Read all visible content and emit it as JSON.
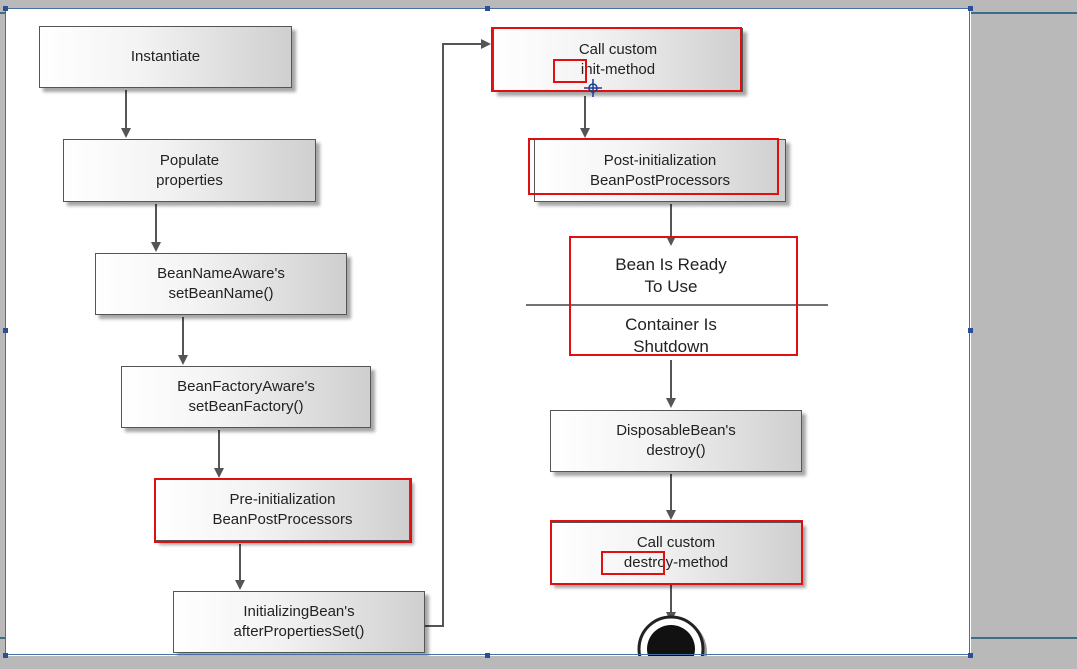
{
  "diagram": {
    "nodes": {
      "instantiate": "Instantiate",
      "populate": "Populate\nproperties",
      "bean_name_aware": "BeanNameAware's\nsetBeanName()",
      "bean_factory_aware": "BeanFactoryAware's\nsetBeanFactory()",
      "pre_init": "Pre-initialization\nBeanPostProcessors",
      "initializing_bean": "InitializingBean's\nafterPropertiesSet()",
      "init_method": "Call custom\ninit-method",
      "post_init": "Post-initialization\nBeanPostProcessors",
      "ready": "Bean Is Ready\nTo Use",
      "shutdown": "Container Is\nShutdown",
      "disposable": "DisposableBean's\ndestroy()",
      "destroy_method": "Call custom\ndestroy-method"
    }
  },
  "colors": {
    "highlight": "#e01010",
    "frame": "#3c6f86",
    "background": "#b9b9b9"
  },
  "icons": [
    "move-cursor-icon",
    "end-state-icon"
  ]
}
